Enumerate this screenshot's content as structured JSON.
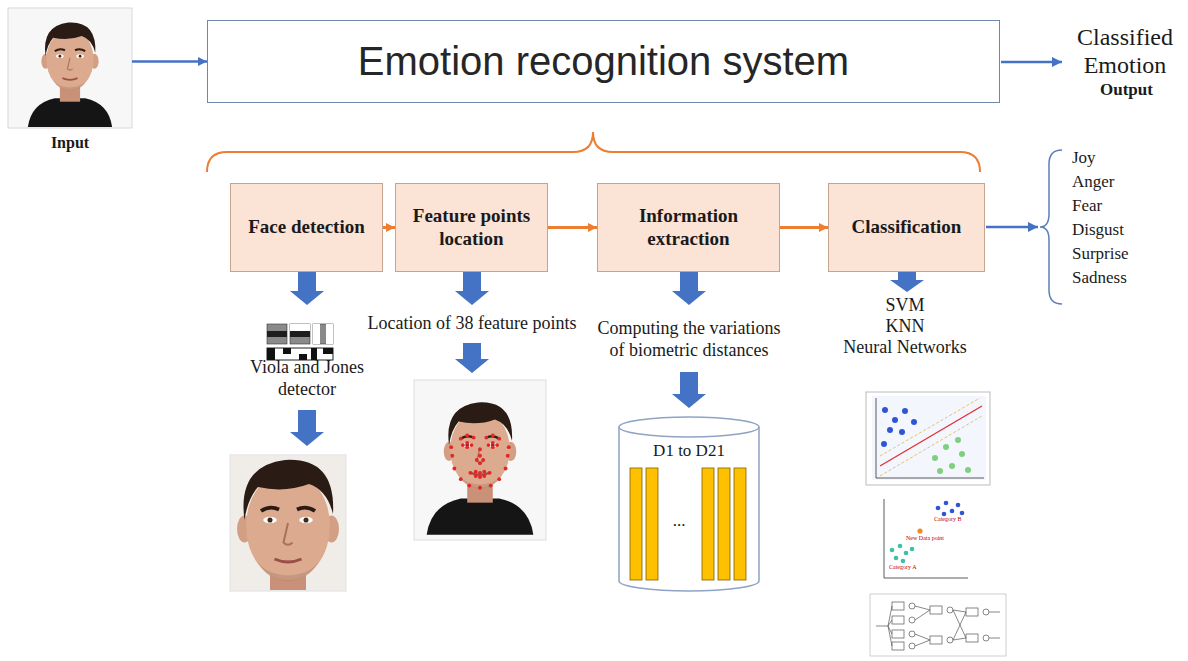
{
  "diagram": {
    "nodes": [
      {
        "text": [
          "Input"
        ]
      },
      {
        "text": [
          "Emotion recognition system"
        ]
      },
      {
        "text": [
          "Face detection"
        ]
      },
      {
        "text": [
          "Feature points location"
        ]
      },
      {
        "text": [
          "Information extraction"
        ]
      },
      {
        "text": [
          "Classification"
        ]
      },
      {
        "text": [
          "D1 to D21",
          "..."
        ]
      }
    ],
    "edges": [
      {
        "from": 0,
        "to": 1,
        "arrow": "to"
      },
      {
        "from": 2,
        "to": 3,
        "arrow": "to"
      },
      {
        "from": 3,
        "to": 4,
        "arrow": "to"
      },
      {
        "from": 4,
        "to": 5,
        "arrow": "to"
      }
    ],
    "labels": [
      "Classified Emotion",
      "Output",
      "Joy",
      "Anger",
      "Fear",
      "Disgust",
      "Surprise",
      "Sadness",
      "Viola and Jones detector",
      "Location of 38 feature points",
      "Computing the variations of biometric distances",
      "SVM",
      "KNN",
      "Neural Networks",
      "Category B",
      "New Data point",
      "Category A"
    ]
  }
}
